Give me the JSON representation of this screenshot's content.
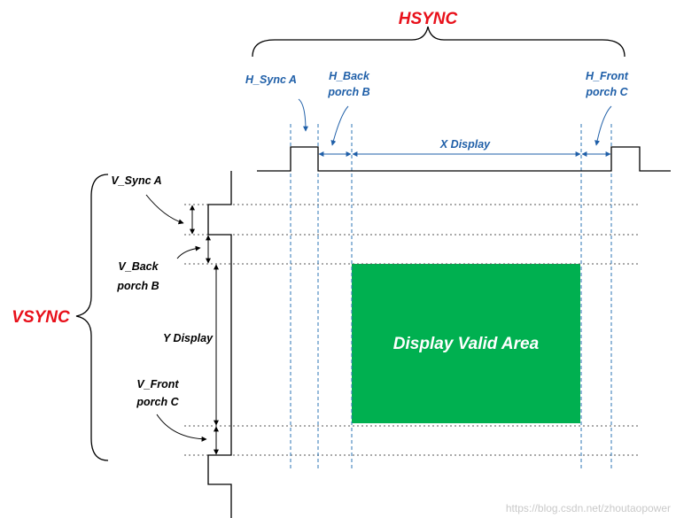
{
  "hsync": {
    "title": "HSYNC",
    "sync_label": "H_Sync A",
    "back_porch_line1": "H_Back",
    "back_porch_line2": "porch B",
    "display_label": "X Display",
    "front_porch_line1": "H_Front",
    "front_porch_line2": "porch C"
  },
  "vsync": {
    "title": "VSYNC",
    "sync_label": "V_Sync A",
    "back_porch_line1": "V_Back",
    "back_porch_line2": "porch B",
    "display_label": "Y Display",
    "front_porch_line1": "V_Front",
    "front_porch_line2": "porch C"
  },
  "display_area": {
    "label": "Display Valid Area",
    "color": "#00b050"
  },
  "watermark": "https://blog.csdn.net/zhoutaopower",
  "colors": {
    "title": "#e8101a",
    "annotation": "#1f5fa8",
    "guide_blue": "#2e75b6"
  }
}
